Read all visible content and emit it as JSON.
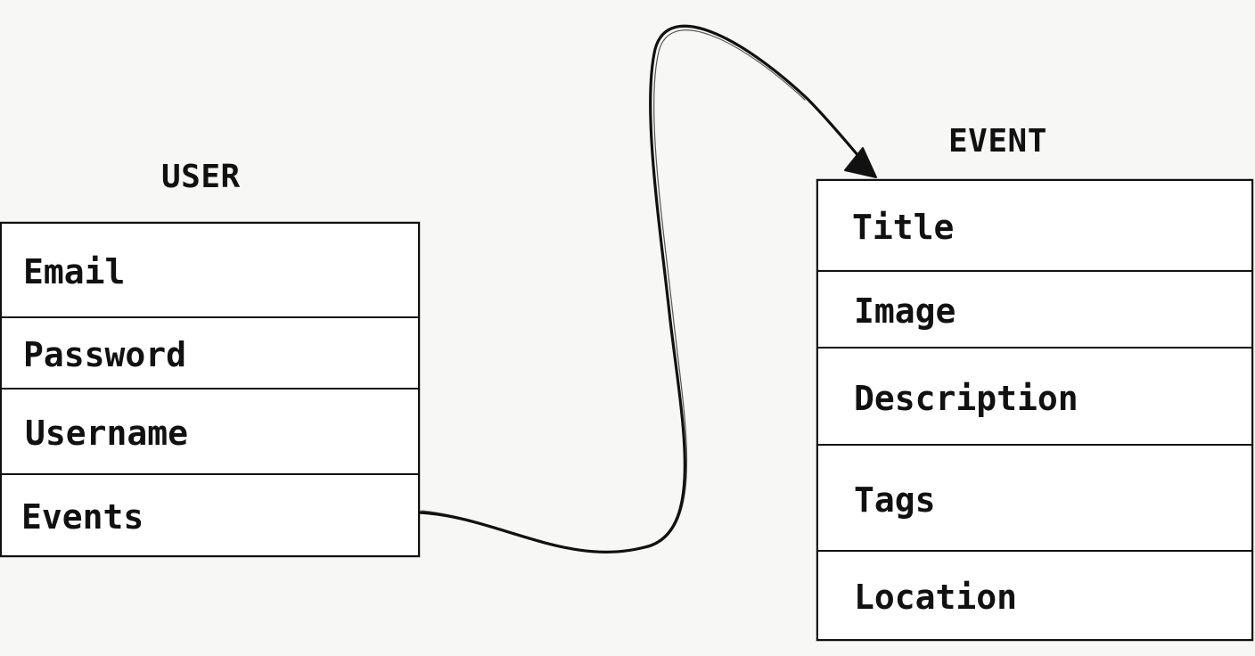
{
  "entities": {
    "user": {
      "title": "USER",
      "fields": [
        "Email",
        "Password",
        "Username",
        "Events"
      ]
    },
    "event": {
      "title": "EVENT",
      "fields": [
        "Title",
        "Image",
        "Description",
        "Tags",
        "Location"
      ]
    }
  },
  "relationship": {
    "from": "Events",
    "to": "EVENT",
    "style": "hand-drawn curved arrow"
  },
  "colors": {
    "background": "#f7f7f6",
    "ink": "#111111",
    "box_fill": "#ffffff"
  }
}
